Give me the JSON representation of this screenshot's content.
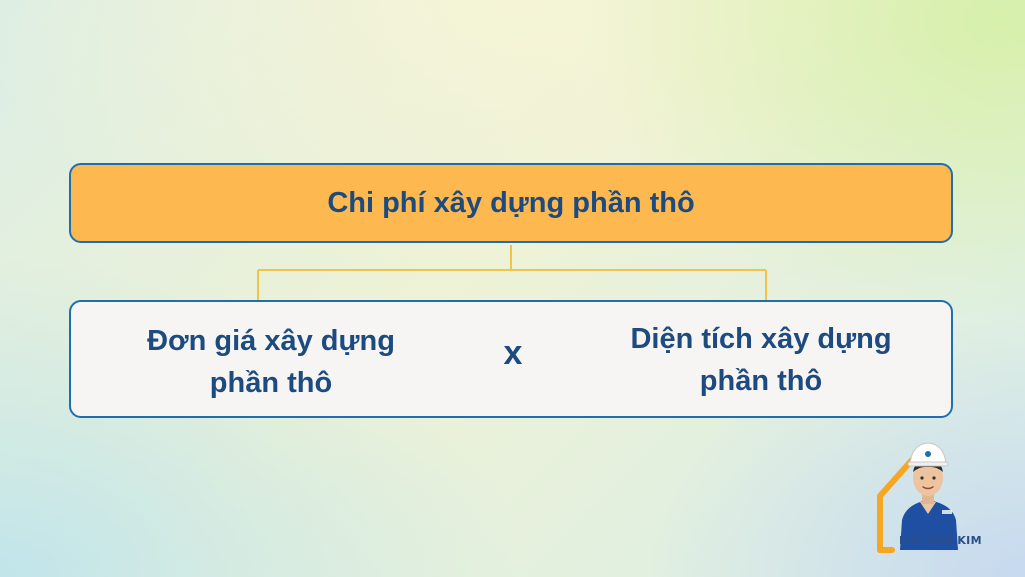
{
  "diagram": {
    "top_box": {
      "label": "Chi phí xây dựng phần thô"
    },
    "left_term": {
      "line1": "Đơn giá xây dựng",
      "line2": "phần thô"
    },
    "operator": "x",
    "right_term": {
      "line1": "Diện tích xây dựng",
      "line2": "phần thô"
    }
  },
  "logo": {
    "text": "HAI SON KIM"
  },
  "colors": {
    "box_border": "#1f6fae",
    "top_fill": "#fdb94f",
    "bottom_fill": "#f6f5f3",
    "text": "#1d4b80",
    "connector": "#f0c44a"
  }
}
